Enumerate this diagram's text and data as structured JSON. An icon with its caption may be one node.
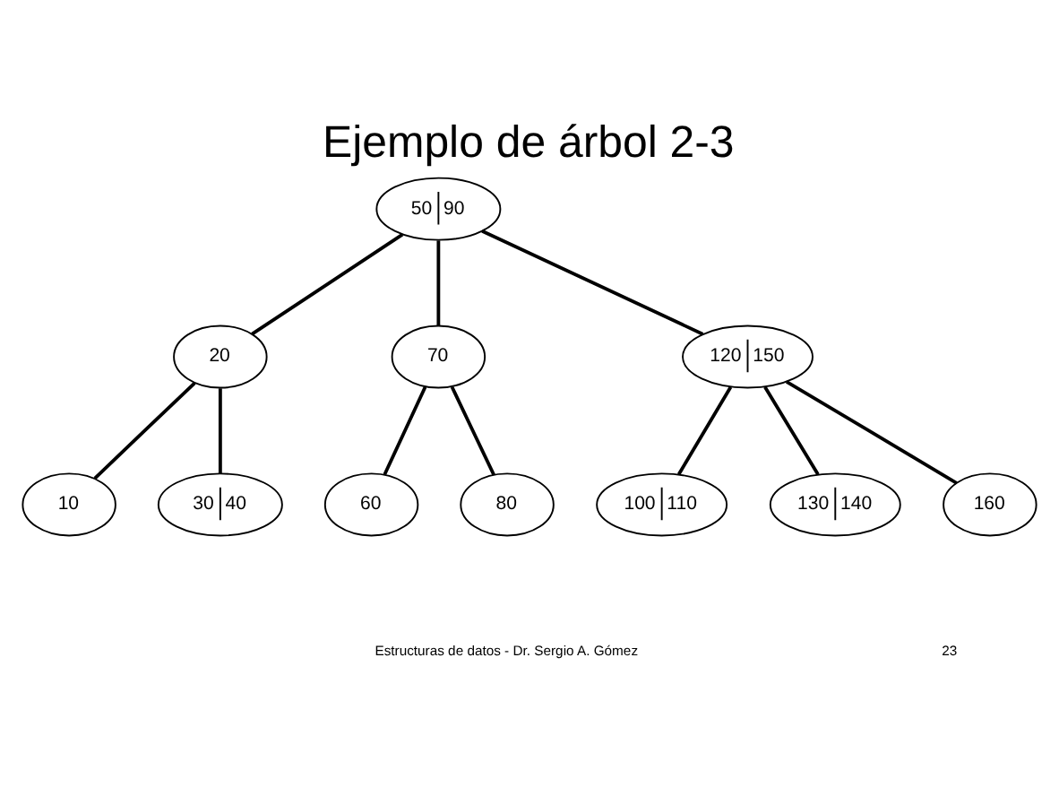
{
  "diagram": {
    "title": "Ejemplo de árbol 2-3",
    "nodes": [
      {
        "text": [
          "50",
          "90"
        ]
      },
      {
        "text": [
          "20"
        ]
      },
      {
        "text": [
          "70"
        ]
      },
      {
        "text": [
          "120",
          "150"
        ]
      },
      {
        "text": [
          "10"
        ]
      },
      {
        "text": [
          "30",
          "40"
        ]
      },
      {
        "text": [
          "60"
        ]
      },
      {
        "text": [
          "80"
        ]
      },
      {
        "text": [
          "100",
          "110"
        ]
      },
      {
        "text": [
          "130",
          "140"
        ]
      },
      {
        "text": [
          "160"
        ]
      }
    ],
    "edges": [
      {
        "from": 0,
        "to": 1,
        "arrow": "none"
      },
      {
        "from": 0,
        "to": 2,
        "arrow": "none"
      },
      {
        "from": 0,
        "to": 3,
        "arrow": "none"
      },
      {
        "from": 1,
        "to": 4,
        "arrow": "none"
      },
      {
        "from": 1,
        "to": 5,
        "arrow": "none"
      },
      {
        "from": 2,
        "to": 6,
        "arrow": "none"
      },
      {
        "from": 2,
        "to": 7,
        "arrow": "none"
      },
      {
        "from": 3,
        "to": 8,
        "arrow": "none"
      },
      {
        "from": 3,
        "to": 9,
        "arrow": "none"
      },
      {
        "from": 3,
        "to": 10,
        "arrow": "none"
      }
    ],
    "labels": [
      "Estructuras de datos - Dr. Sergio A. Gómez",
      "23"
    ]
  }
}
